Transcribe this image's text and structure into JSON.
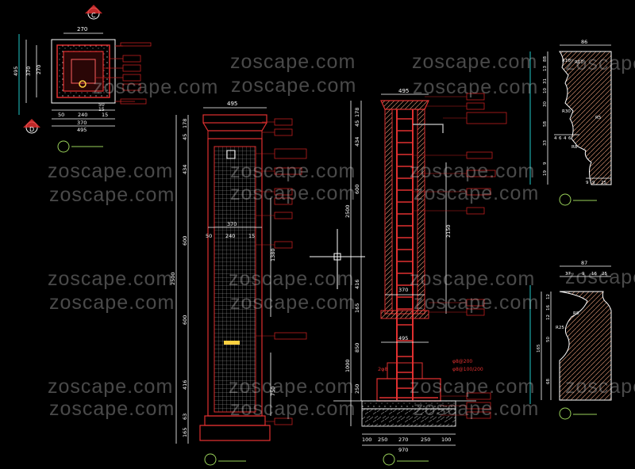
{
  "colors": {
    "background": "#000000",
    "structure": "#e03030",
    "dimension": "#ffffff",
    "guide": "#20c8c8",
    "note_box": "#c02020",
    "hatch": "#cc8a6a",
    "label": "#9ad25a",
    "crosshair": "#ffffff"
  },
  "watermark": "zoscape.com",
  "icons": [
    "section-marker-icon",
    "crosshair-cursor-icon"
  ],
  "plan": {
    "dims_top": "270",
    "dims_left": [
      "495",
      "370",
      "270"
    ],
    "dims_right": [
      "15",
      "50"
    ],
    "dims_bottom": [
      "50",
      "240",
      "15",
      "370",
      "495"
    ],
    "markers": [
      "C",
      "D"
    ]
  },
  "elevation": {
    "width_top": "495",
    "inner_width": "370",
    "inner_parts": [
      "50",
      "240",
      "15"
    ],
    "left_dims": [
      "178",
      "45",
      "434",
      "600",
      "2500",
      "600",
      "416",
      "63",
      "165"
    ],
    "right_dims": [
      "1380",
      "750"
    ]
  },
  "section": {
    "width_top": "495",
    "inner_width": "370",
    "foot_width": "495",
    "base_dims": [
      "100",
      "250",
      "270",
      "250",
      "100"
    ],
    "base_total": "970",
    "left_dims": [
      "178",
      "45",
      "434",
      "600",
      "2500",
      "416",
      "165",
      "850",
      "1000",
      "250"
    ],
    "right_dim": "2150",
    "rebar_notes": [
      "2φ8",
      "φ8@200",
      "φ8@100/200"
    ]
  },
  "profile_top": {
    "width": "86",
    "dims_left": [
      "88",
      "13",
      "31",
      "10",
      "30",
      "58",
      "33",
      "9",
      "19"
    ],
    "radii": [
      "R10",
      "R10",
      "R30",
      "R5",
      "R8"
    ],
    "small_dims": [
      "4",
      "6",
      "4",
      "6",
      "9",
      "9",
      "25"
    ]
  },
  "profile_bottom": {
    "width": "87",
    "top_dims": [
      "37",
      "9",
      "16",
      "25"
    ],
    "left_dims": [
      "165",
      "12",
      "16",
      "12",
      "50",
      "68"
    ],
    "radii": [
      "R8",
      "R25"
    ]
  }
}
